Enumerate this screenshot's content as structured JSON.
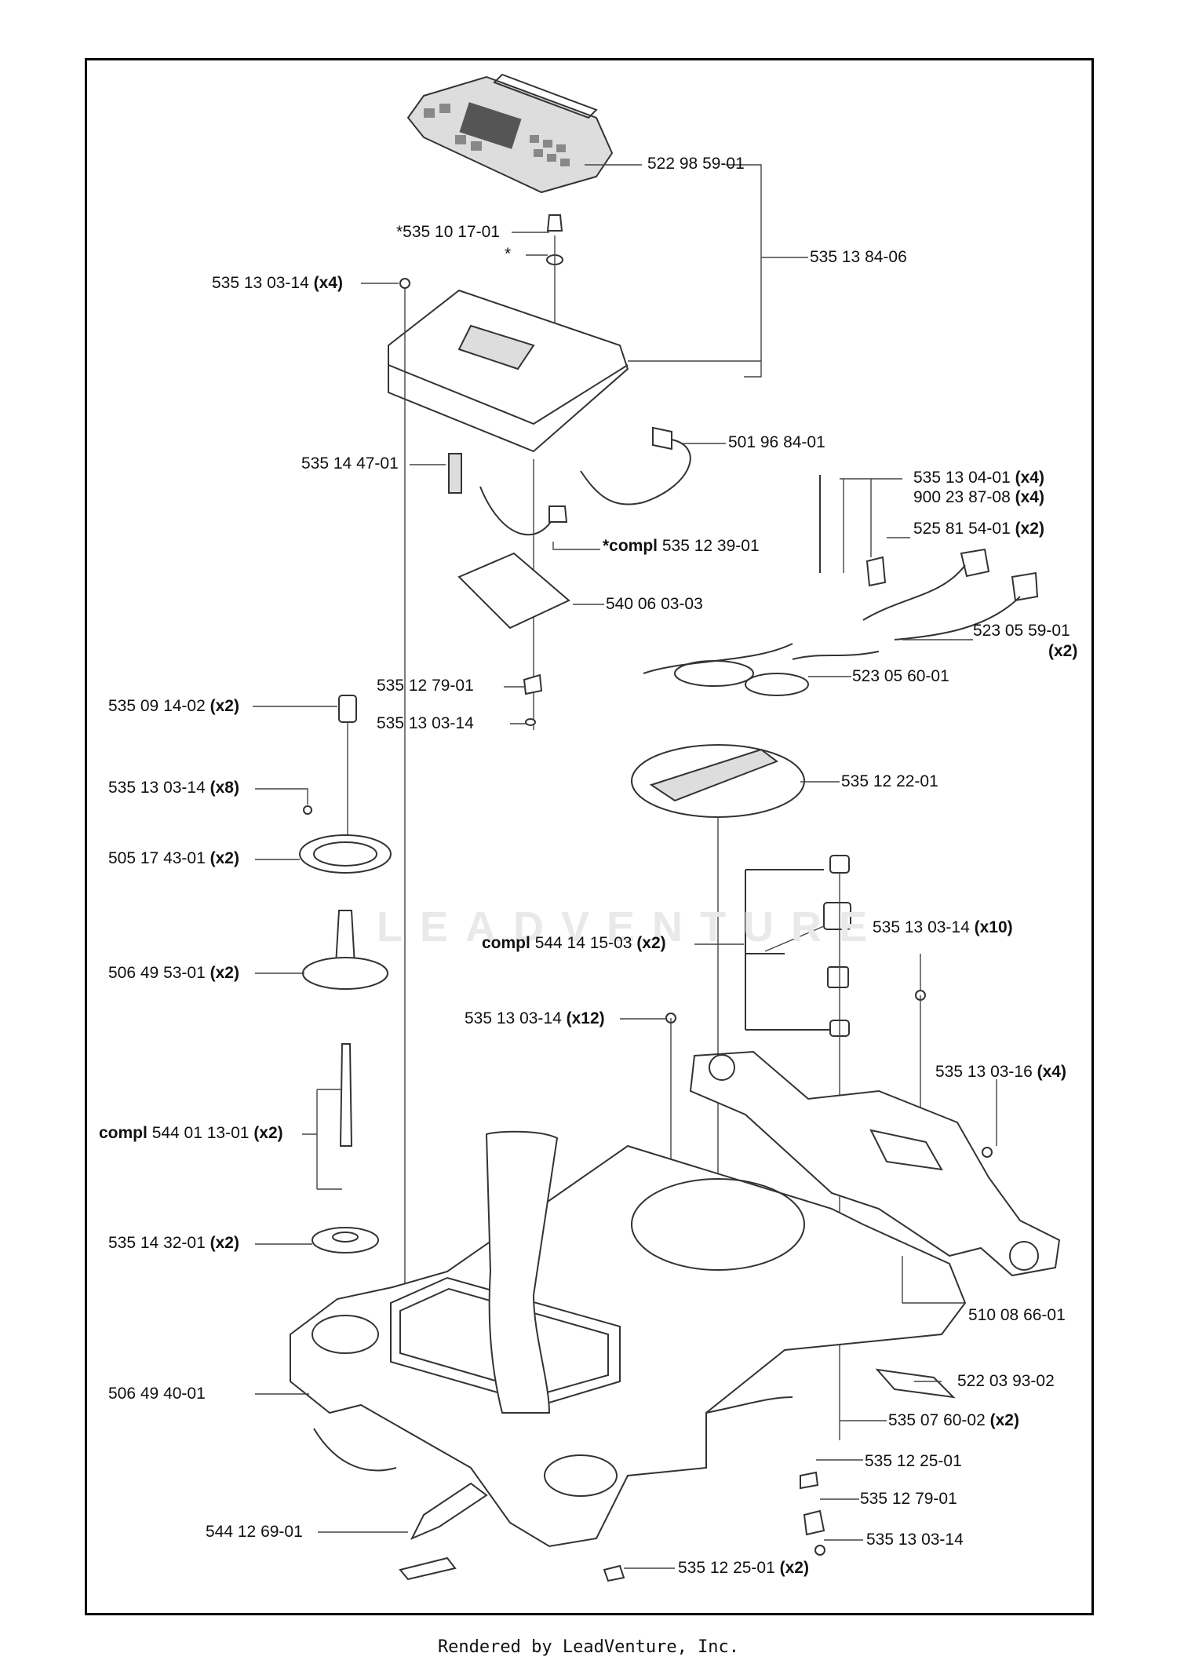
{
  "labels": [
    {
      "id": "l1",
      "part": "522 98 59-01",
      "qty": ""
    },
    {
      "id": "l2",
      "part": "*535 10 17-01",
      "qty": ""
    },
    {
      "id": "l3",
      "part": "*",
      "qty": ""
    },
    {
      "id": "l4",
      "part": "535 13 84-06",
      "qty": ""
    },
    {
      "id": "l5",
      "part": "535 13 03-14",
      "qty": "(x4)"
    },
    {
      "id": "l6",
      "part": "501 96 84-01",
      "qty": ""
    },
    {
      "id": "l7",
      "part": "535 14 47-01",
      "qty": ""
    },
    {
      "id": "l8",
      "part": "535 13 04-01",
      "qty": "(x4)"
    },
    {
      "id": "l9",
      "part": "900 23 87-08",
      "qty": "(x4)"
    },
    {
      "id": "l10",
      "part": "525 81 54-01",
      "qty": "(x2)"
    },
    {
      "id": "l11",
      "prefix": "*compl",
      "part": "535 12 39-01",
      "qty": ""
    },
    {
      "id": "l12",
      "part": "540 06 03-03",
      "qty": ""
    },
    {
      "id": "l13",
      "part": "523 05 59-01",
      "qty": ""
    },
    {
      "id": "l13b",
      "part": "",
      "qty": "(x2)"
    },
    {
      "id": "l14",
      "part": "523 05 60-01",
      "qty": ""
    },
    {
      "id": "l15",
      "part": "535 12 79-01",
      "qty": ""
    },
    {
      "id": "l16",
      "part": "535 09 14-02",
      "qty": "(x2)"
    },
    {
      "id": "l17",
      "part": "535 13 03-14",
      "qty": ""
    },
    {
      "id": "l18",
      "part": "535 12 22-01",
      "qty": ""
    },
    {
      "id": "l19",
      "part": "535 13 03-14",
      "qty": "(x8)"
    },
    {
      "id": "l20",
      "part": "505 17 43-01",
      "qty": "(x2)"
    },
    {
      "id": "l21",
      "part": "535 13 03-14",
      "qty": "(x10)"
    },
    {
      "id": "l22",
      "prefix": "compl",
      "part": "544 14 15-03",
      "qty": "(x2)"
    },
    {
      "id": "l23",
      "part": "506 49 53-01",
      "qty": "(x2)"
    },
    {
      "id": "l24",
      "part": "535 13 03-14",
      "qty": "(x12)"
    },
    {
      "id": "l25",
      "part": "535 13 03-16",
      "qty": "(x4)"
    },
    {
      "id": "l26",
      "prefix": "compl",
      "part": "544 01 13-01",
      "qty": "(x2)"
    },
    {
      "id": "l27",
      "part": "535 14 32-01",
      "qty": "(x2)"
    },
    {
      "id": "l28",
      "part": "510 08 66-01",
      "qty": ""
    },
    {
      "id": "l29",
      "part": "506 49 40-01",
      "qty": ""
    },
    {
      "id": "l30",
      "part": "522 03 93-02",
      "qty": ""
    },
    {
      "id": "l31",
      "part": "535 07 60-02",
      "qty": "(x2)"
    },
    {
      "id": "l32",
      "part": "535 12 25-01",
      "qty": ""
    },
    {
      "id": "l33",
      "part": "544 12 69-01",
      "qty": ""
    },
    {
      "id": "l34",
      "part": "535 12 79-01",
      "qty": ""
    },
    {
      "id": "l35",
      "part": "535 13 03-14",
      "qty": ""
    },
    {
      "id": "l36",
      "part": "535 12 25-01",
      "qty": "(x2)"
    }
  ],
  "watermark": "LEADVENTURE",
  "footer": "Rendered by LeadVenture, Inc."
}
